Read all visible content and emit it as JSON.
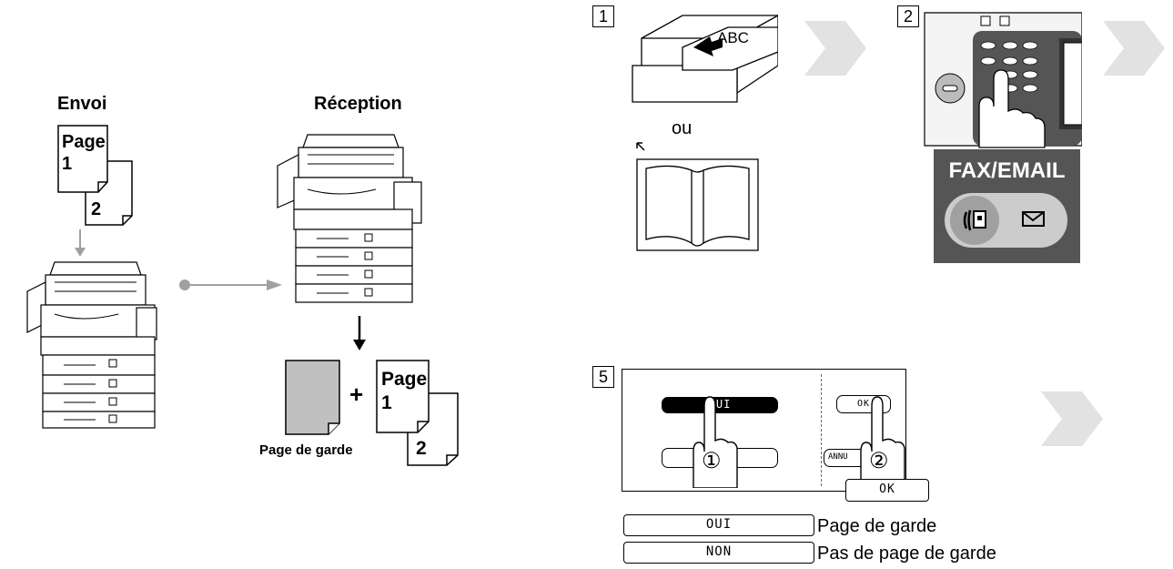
{
  "left": {
    "sending_label": "Envoi",
    "receiving_label": "Réception",
    "page_word": "Page",
    "page_num_1": "1",
    "page_num_2": "2",
    "plus_sign": "+",
    "cover_page_label": "Page de garde"
  },
  "step1": {
    "number": "1",
    "adf_text": "ABC",
    "or_label": "ou"
  },
  "step2": {
    "number": "2",
    "panel_title": "FAX/EMAIL"
  },
  "step5": {
    "number": "5",
    "yes_button": "OUI",
    "ok_button_small": "OK",
    "cancel_button": "ANNU",
    "circle_1": "①",
    "circle_2": "②",
    "ok_button": "OK"
  },
  "legend": {
    "items": [
      {
        "button": "OUI",
        "description": "Page de garde"
      },
      {
        "button": "NON",
        "description": "Pas de page de garde"
      }
    ]
  },
  "colors": {
    "arrow_gray": "#e2e2e2",
    "panel_dark": "#555555",
    "panel_light": "#bbbbbb",
    "cover_page_gray": "#c0c0c0",
    "flow_line": "#a0a0a0"
  }
}
